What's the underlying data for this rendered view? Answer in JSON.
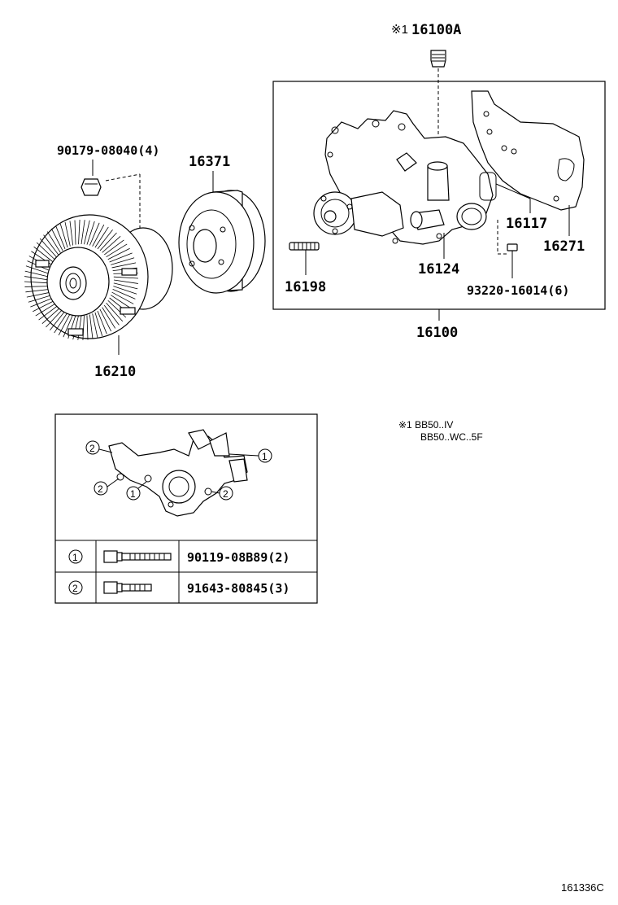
{
  "labels": {
    "top_note_mark": "※1",
    "p16100A": "16100A",
    "p90179": "90179-08040(4)",
    "p16371": "16371",
    "p16117": "16117",
    "p16271": "16271",
    "p16198": "16198",
    "p16124": "16124",
    "p93220": "93220-16014(6)",
    "p16100": "16100",
    "p16210": "16210"
  },
  "notes": {
    "line1": "※1 BB50..IV",
    "line2": "BB50..WC..5F"
  },
  "legend": {
    "callouts": [
      "2",
      "2",
      "1",
      "2",
      "1"
    ],
    "rows": [
      {
        "circle": "1",
        "part": "90119-08B89(2)"
      },
      {
        "circle": "2",
        "part": "91643-80845(3)"
      }
    ]
  },
  "figure_code": "161336C",
  "icons": [
    "fan-clutch-icon",
    "pulley-icon",
    "water-pump-icon",
    "bolt-icon",
    "stud-icon",
    "nut-icon",
    "gasket-icon"
  ]
}
